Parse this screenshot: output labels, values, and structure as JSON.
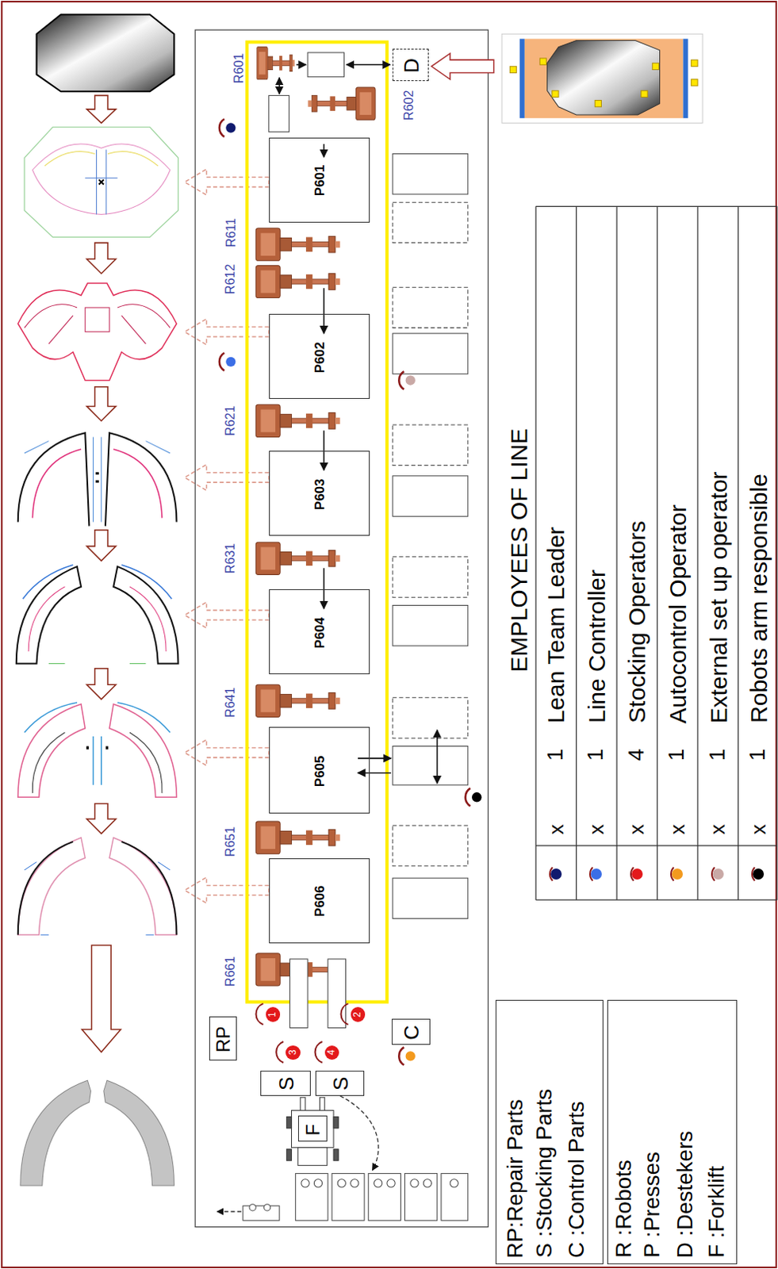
{
  "diagram": {
    "nodes": [
      {
        "text": [
          "D"
        ]
      },
      {
        "text": [
          "P601"
        ]
      },
      {
        "text": [
          "P602"
        ]
      },
      {
        "text": [
          "P603"
        ]
      },
      {
        "text": [
          "P604"
        ]
      },
      {
        "text": [
          "P605"
        ]
      },
      {
        "text": [
          "P606"
        ]
      },
      {
        "text": [
          "RP"
        ]
      },
      {
        "text": [
          "1"
        ]
      },
      {
        "text": [
          "2"
        ]
      },
      {
        "text": [
          "3"
        ]
      },
      {
        "text": [
          "4"
        ]
      },
      {
        "text": [
          "S"
        ]
      },
      {
        "text": [
          "S"
        ]
      },
      {
        "text": [
          "C"
        ]
      },
      {
        "text": [
          "F"
        ]
      },
      {
        "text": [
          "RP:Repair Parts",
          "S :Stocking Parts",
          "C :Control Parts"
        ]
      },
      {
        "text": [
          "R :Robots",
          "P :Presses",
          "D :Destekers",
          "F :Forklift"
        ]
      }
    ],
    "labels": [
      "R601",
      "R602",
      "R611",
      "R612",
      "R621",
      "R631",
      "R641",
      "R651",
      "R661",
      "EMPLOYEES OF LINE",
      "x",
      "1",
      "x",
      "1",
      "x",
      "4",
      "x",
      "1",
      "x",
      "1",
      "x",
      "1"
    ],
    "legend": [
      {
        "text": "Lean Team Leader",
        "color": "#101a6e"
      },
      {
        "text": "Line Controller",
        "color": "#3b6ee6"
      },
      {
        "text": "Stocking Operators",
        "color": "#e3191b"
      },
      {
        "text": "Autocontrol Operator",
        "color": "#f39a1e"
      },
      {
        "text": "External set up operator",
        "color": "#c9a9a6"
      },
      {
        "text": "Robots arm responsible",
        "color": "#000000"
      }
    ]
  }
}
